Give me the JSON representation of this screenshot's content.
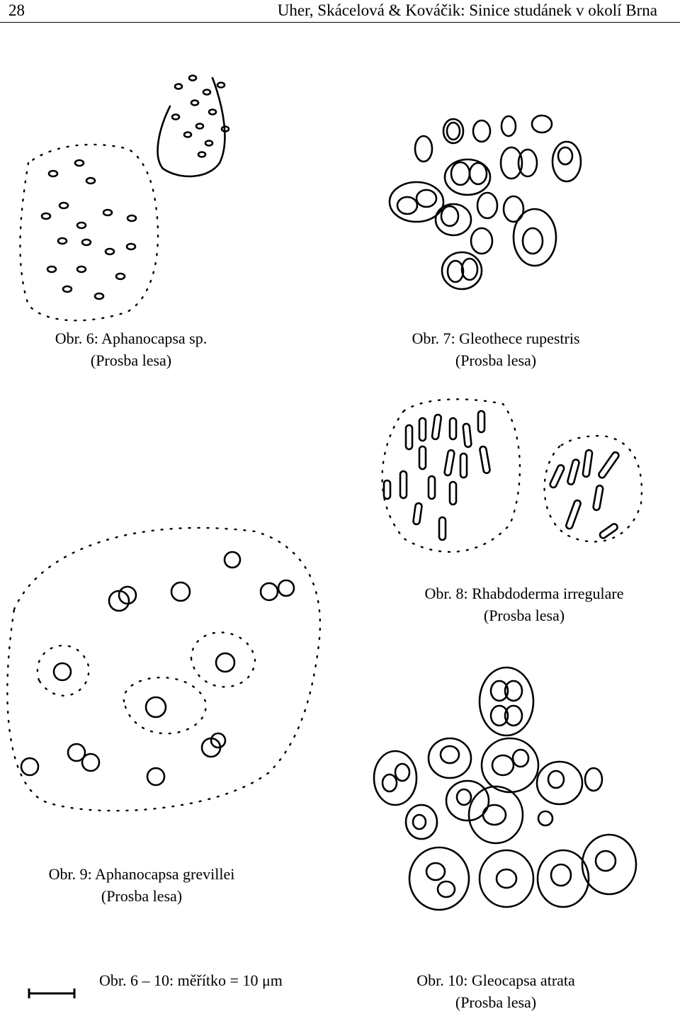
{
  "header": {
    "page_number": "28",
    "running_title": "Uher, Skácelová & Kováčik: Sinice studánek v okolí Brna"
  },
  "figures": [
    {
      "id": "fig6",
      "caption_line1": "Obr. 6: Aphanocapsa sp.",
      "caption_line2": "(Prosba lesa)"
    },
    {
      "id": "fig7",
      "caption_line1": "Obr. 7: Gleothece rupestris",
      "caption_line2": "(Prosba lesa)"
    },
    {
      "id": "fig8",
      "caption_line1": "Obr. 8: Rhabdoderma irregulare",
      "caption_line2": "(Prosba lesa)"
    },
    {
      "id": "fig9",
      "caption_line1": "Obr. 9: Aphanocapsa grevillei",
      "caption_line2": "(Prosba lesa)"
    },
    {
      "id": "fig10",
      "caption_line1": "Obr. 10: Gleocapsa atrata",
      "caption_line2": "(Prosba lesa)"
    }
  ],
  "scale_caption": "Obr. 6 – 10: měřítko = 10 μm"
}
